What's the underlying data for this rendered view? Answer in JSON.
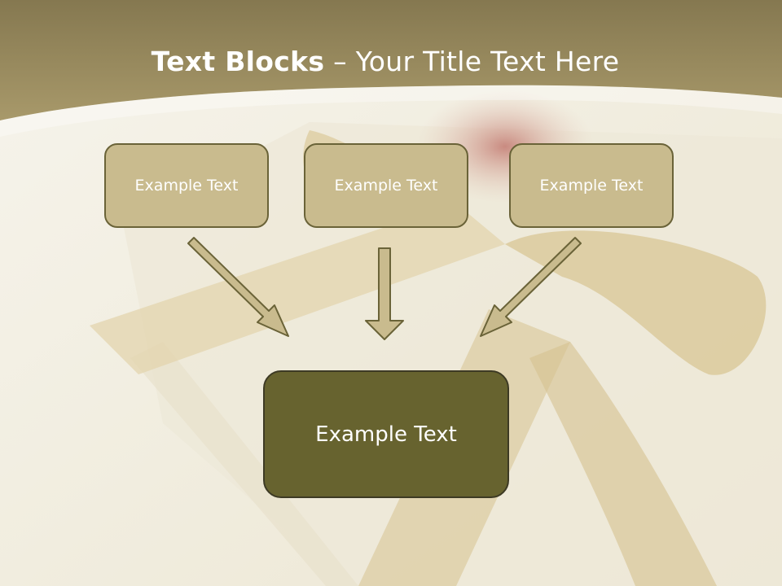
{
  "slide": {
    "title_bold": "Text Blocks",
    "title_separator": " – ",
    "title_rest": "Your Title Text Here",
    "top_boxes": [
      {
        "label": "Example Text"
      },
      {
        "label": "Example Text"
      },
      {
        "label": "Example Text"
      }
    ],
    "bottom_box": {
      "label": "Example Text"
    }
  },
  "colors": {
    "header_band": "#9b8c58",
    "box_fill": "#c9bb8e",
    "box_border": "#6a6338",
    "bottom_box_fill": "#67632f",
    "arrow_fill": "#c9bb8e"
  },
  "icons": [
    "down-right-arrow-icon",
    "down-arrow-icon",
    "down-left-arrow-icon"
  ]
}
